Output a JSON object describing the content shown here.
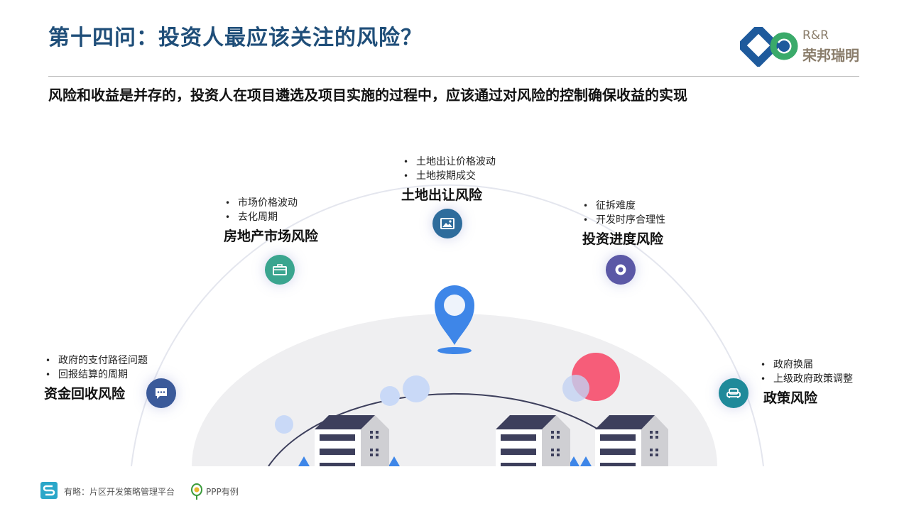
{
  "slide": {
    "title": "第十四问：投资人最应该关注的风险？",
    "subtitle": "风险和收益是并存的，投资人在项目遴选及项目实施的过程中，应该通过对风险的控制确保收益的实现"
  },
  "logo": {
    "en_text": "R&R",
    "cn_text": "荣邦瑞明",
    "colors": {
      "blue": "#1e5a9c",
      "green": "#3aaa6a",
      "text": "#8a7d6b"
    }
  },
  "risks": [
    {
      "name": "土地出让风险",
      "points": [
        "土地出让价格波动",
        "土地按期成交"
      ],
      "icon": "image-icon",
      "color": "#2e6c9c"
    },
    {
      "name": "房地产市场风险",
      "points": [
        "市场价格波动",
        "去化周期"
      ],
      "icon": "briefcase-icon",
      "color": "#3aa58f"
    },
    {
      "name": "投资进度风险",
      "points": [
        "征拆难度",
        "开发时序合理性"
      ],
      "icon": "camera-icon",
      "color": "#5b58a6"
    },
    {
      "name": "资金回收风险",
      "points": [
        "政府的支付路径问题",
        "回报结算的周期"
      ],
      "icon": "chat-icon",
      "color": "#3b5a9a"
    },
    {
      "name": "政策风险",
      "points": [
        "政府换届",
        "上级政府政策调整"
      ],
      "icon": "sofa-icon",
      "color": "#1f8a9a"
    }
  ],
  "footer": {
    "left_text": "有略：片区开发策略管理平台",
    "right_text": "PPP有例"
  }
}
